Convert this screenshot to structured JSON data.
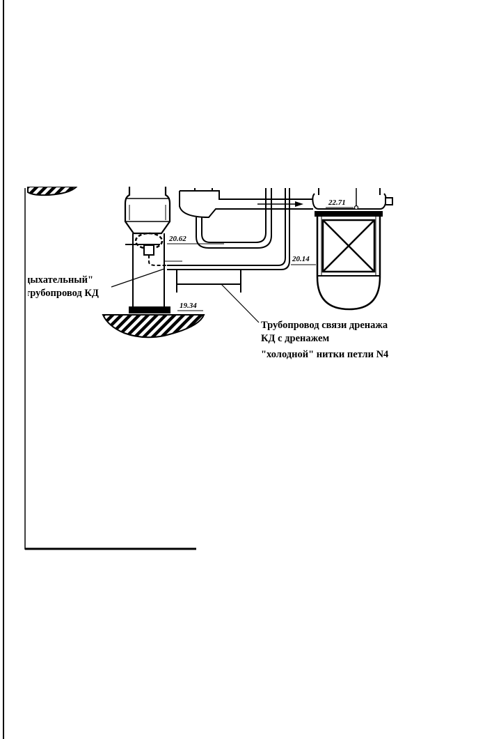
{
  "elevations": {
    "e1": "22.71",
    "e2": "20.62",
    "e3": "20.14",
    "e4": "19.34"
  },
  "labels": {
    "breathing_line1": "дыхательный\"",
    "breathing_line2": "трубопровод КД",
    "drain_line1": "Трубопровод связи дренажа",
    "drain_line2": "КД с дренажем",
    "drain_line3": "\"холодной\" нитки петли N4"
  }
}
